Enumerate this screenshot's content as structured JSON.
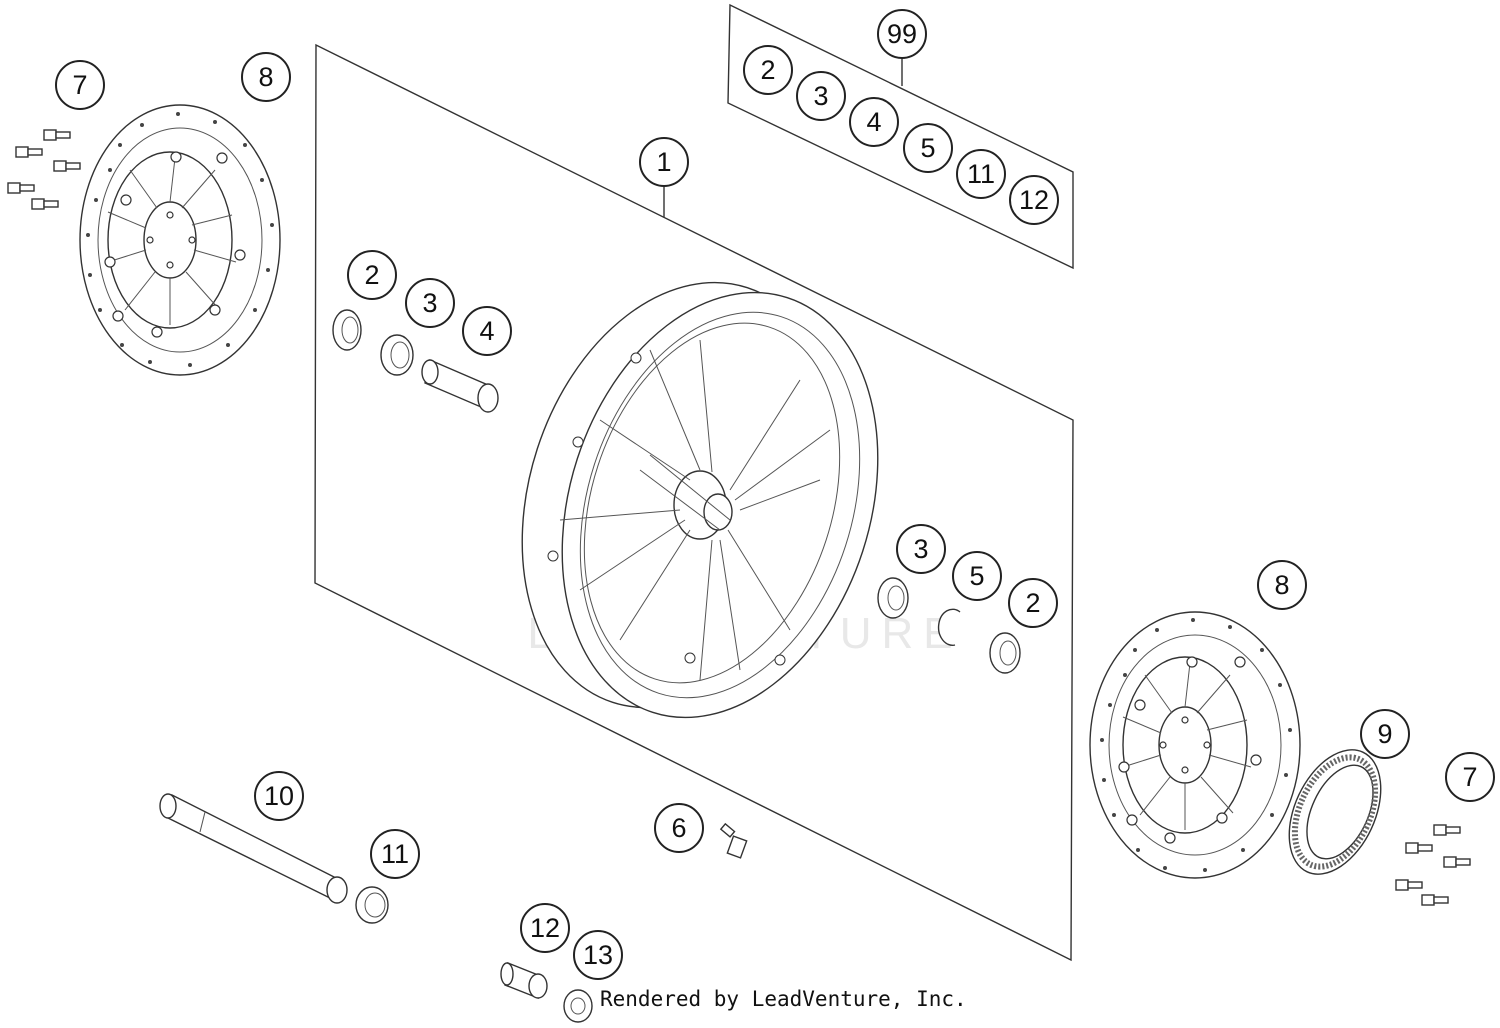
{
  "diagram": {
    "watermark": "LEADVENTURE",
    "credit": "Rendered by LeadVenture, Inc.",
    "callouts": {
      "c7_left": "7",
      "c8_left": "8",
      "c1": "1",
      "c99": "99",
      "kit_2": "2",
      "kit_3": "3",
      "kit_4": "4",
      "kit_5": "5",
      "kit_11": "11",
      "kit_12": "12",
      "c2_left": "2",
      "c3_left": "3",
      "c4_left": "4",
      "c3_right": "3",
      "c5_right": "5",
      "c2_right": "2",
      "c8_right": "8",
      "c9": "9",
      "c7_right": "7",
      "c10": "10",
      "c11": "11",
      "c6": "6",
      "c12": "12",
      "c13": "13"
    }
  }
}
